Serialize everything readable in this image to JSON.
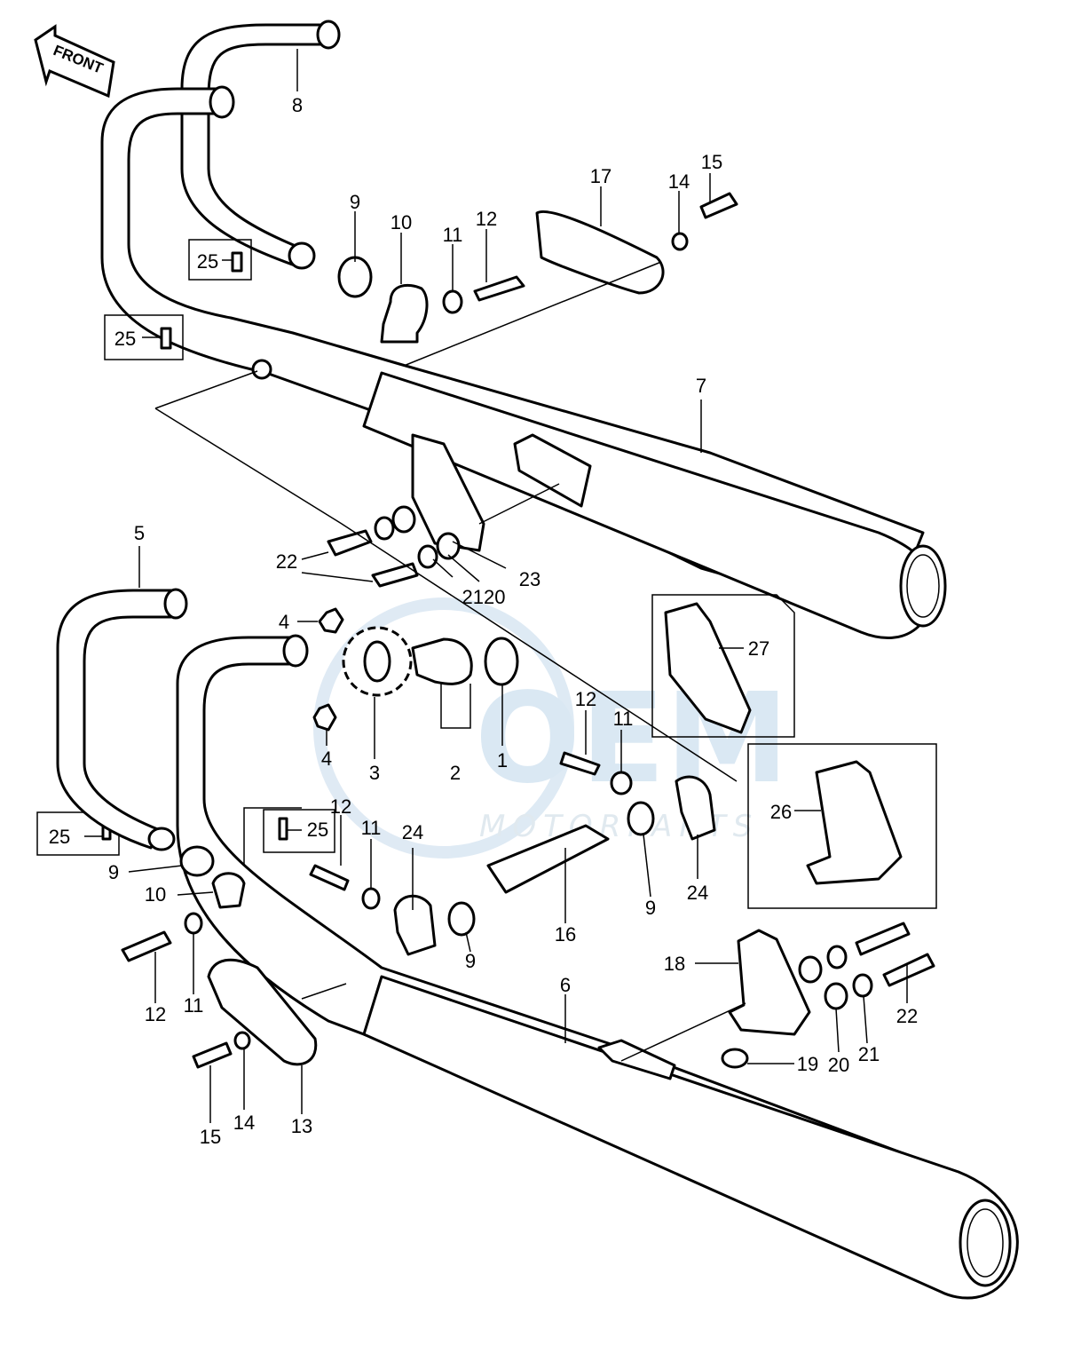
{
  "front_arrow": {
    "text": "FRONT"
  },
  "watermark": {
    "logo": "OEM",
    "subtext": "MOTORPARTS"
  },
  "callouts": [
    {
      "id": "c8",
      "text": "8"
    },
    {
      "id": "c9a",
      "text": "9"
    },
    {
      "id": "c10a",
      "text": "10"
    },
    {
      "id": "c11a",
      "text": "11"
    },
    {
      "id": "c12a",
      "text": "12"
    },
    {
      "id": "c17",
      "text": "17"
    },
    {
      "id": "c14a",
      "text": "14"
    },
    {
      "id": "c15a",
      "text": "15"
    },
    {
      "id": "c25a",
      "text": "25"
    },
    {
      "id": "c25b",
      "text": "25"
    },
    {
      "id": "c7",
      "text": "7"
    },
    {
      "id": "c5",
      "text": "5"
    },
    {
      "id": "c22a",
      "text": "22"
    },
    {
      "id": "c23",
      "text": "23"
    },
    {
      "id": "c2120",
      "text": "2120"
    },
    {
      "id": "c4a",
      "text": "4"
    },
    {
      "id": "c4b",
      "text": "4"
    },
    {
      "id": "c3",
      "text": "3"
    },
    {
      "id": "c2",
      "text": "2"
    },
    {
      "id": "c1",
      "text": "1"
    },
    {
      "id": "c27",
      "text": "27"
    },
    {
      "id": "c12b",
      "text": "12"
    },
    {
      "id": "c11b",
      "text": "11"
    },
    {
      "id": "c26",
      "text": "26"
    },
    {
      "id": "c25c",
      "text": "25"
    },
    {
      "id": "c25d",
      "text": "25"
    },
    {
      "id": "c12c",
      "text": "12"
    },
    {
      "id": "c11c",
      "text": "11"
    },
    {
      "id": "c24a",
      "text": "24"
    },
    {
      "id": "c9b",
      "text": "9"
    },
    {
      "id": "c10b",
      "text": "10"
    },
    {
      "id": "c9c",
      "text": "9"
    },
    {
      "id": "c16",
      "text": "16"
    },
    {
      "id": "c9d",
      "text": "9"
    },
    {
      "id": "c24b",
      "text": "24"
    },
    {
      "id": "c18",
      "text": "18"
    },
    {
      "id": "c6",
      "text": "6"
    },
    {
      "id": "c12d",
      "text": "12"
    },
    {
      "id": "c11d",
      "text": "11"
    },
    {
      "id": "c22b",
      "text": "22"
    },
    {
      "id": "c19",
      "text": "19"
    },
    {
      "id": "c20",
      "text": "20"
    },
    {
      "id": "c21",
      "text": "21"
    },
    {
      "id": "c15b",
      "text": "15"
    },
    {
      "id": "c14b",
      "text": "14"
    },
    {
      "id": "c13",
      "text": "13"
    }
  ]
}
